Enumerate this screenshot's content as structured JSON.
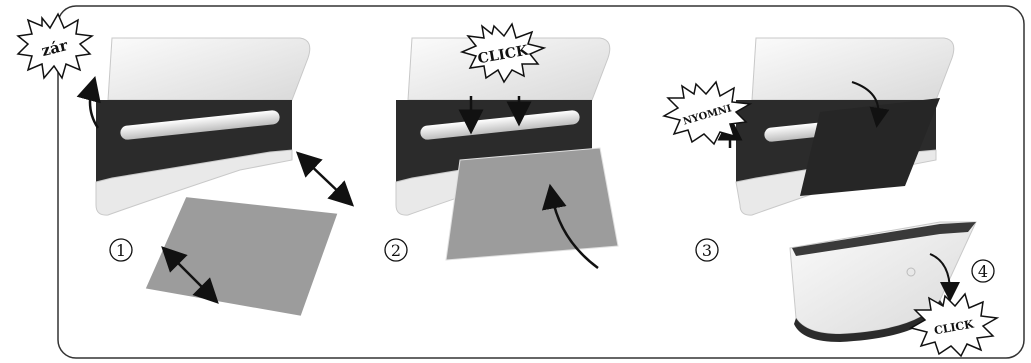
{
  "steps": [
    {
      "number": "1",
      "burst_label": "zár"
    },
    {
      "number": "2",
      "burst_label": "CLICK"
    },
    {
      "number": "3",
      "burst_label": "NYOMNI"
    },
    {
      "number": "4",
      "burst_label": "CLICK"
    }
  ],
  "colors": {
    "frame": "#333333",
    "housing": "#eeeeee",
    "housing_shadow": "#d6d6d6",
    "dark": "#2a2a2a",
    "paper": "#9a9a9a",
    "roller": "#e8e8e8"
  }
}
